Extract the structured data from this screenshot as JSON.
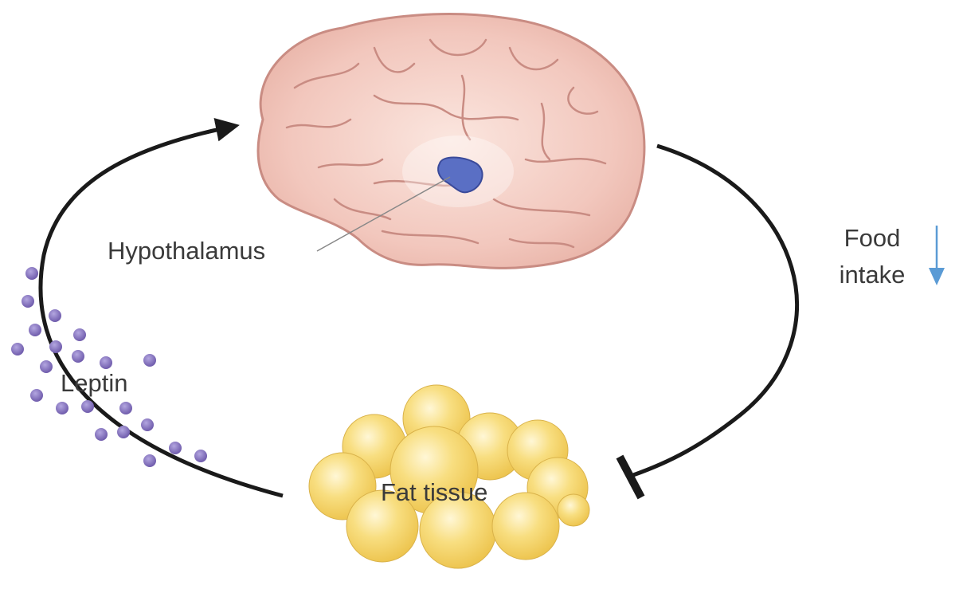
{
  "labels": {
    "hypothalamus": "Hypothalamus",
    "leptin": "Leptin",
    "fat_tissue": "Fat tissue",
    "food_line1": "Food",
    "food_line2": "intake"
  },
  "colors": {
    "brain_fill": "#f2c7bd",
    "brain_stroke": "#c98c83",
    "hypothalamus_fill": "#5a6fc4",
    "fat_fill": "#f5d66e",
    "fat_highlight": "#fdf1c0",
    "leptin_dot": "#7b68b8",
    "cycle_line": "#1a1a1a",
    "food_arrow": "#5b9bd5"
  },
  "icons": {
    "brain": "brain-illustration",
    "fat": "fat-tissue-illustration",
    "food_arrow": "arrow-down-icon"
  }
}
